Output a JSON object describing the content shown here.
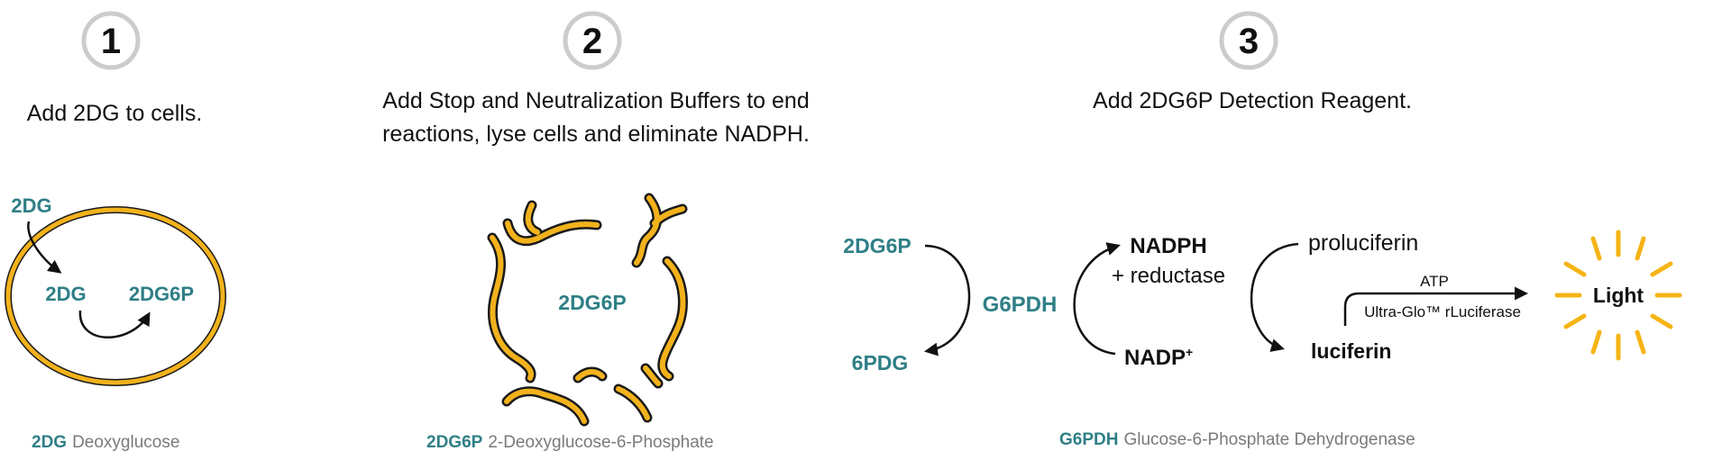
{
  "steps": [
    {
      "number": "1",
      "instruction_lines": [
        "Add 2DG to cells."
      ]
    },
    {
      "number": "2",
      "instruction_lines": [
        "Add Stop and Neutralization Buffers to end",
        "reactions, lyse cells and eliminate NADPH."
      ]
    },
    {
      "number": "3",
      "instruction_lines": [
        "Add 2DG6P Detection Reagent."
      ]
    }
  ],
  "panel1": {
    "outside_label": "2DG",
    "inside_label": "2DG",
    "product_label": "2DG6P",
    "legend_abbr": "2DG",
    "legend_full": "Deoxyglucose"
  },
  "panel2": {
    "center_label": "2DG6P",
    "legend_abbr": "2DG6P",
    "legend_full": "2-Deoxyglucose-6-Phosphate"
  },
  "panel3": {
    "substrate": "2DG6P",
    "product": "6PDG",
    "enzyme": "G6PDH",
    "nadph": "NADPH",
    "reductase": "+ reductase",
    "nadp": "NADP",
    "nadp_sup": "+",
    "proluciferin": "proluciferin",
    "luciferin": "luciferin",
    "atp": "ATP",
    "luciferase": "Ultra-Glo™ rLuciferase",
    "light": "Light",
    "legend_abbr": "G6PDH",
    "legend_full": "Glucose-6-Phosphate Dehydrogenase"
  },
  "colors": {
    "teal": "#2f7f86",
    "membrane": "#f2b21c",
    "circle_ring": "#cccccc"
  }
}
